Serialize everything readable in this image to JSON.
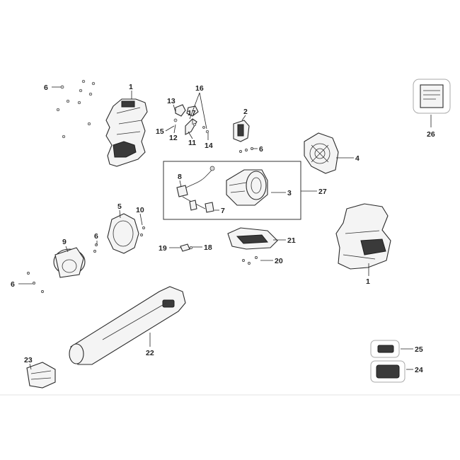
{
  "labels": {
    "c1a": "1",
    "c1b": "1",
    "c2": "2",
    "c3": "3",
    "c4": "4",
    "c5": "5",
    "c6a": "6",
    "c6b": "6",
    "c6c": "6",
    "c6d": "6",
    "c7": "7",
    "c8": "8",
    "c9": "9",
    "c10": "10",
    "c11": "11",
    "c12": "12",
    "c13": "13",
    "c14": "14",
    "c15": "15",
    "c16": "16",
    "c17": "17",
    "c18": "18",
    "c19": "19",
    "c20": "20",
    "c21": "21",
    "c22": "22",
    "c23": "23",
    "c24": "24",
    "c25": "25",
    "c26": "26",
    "c27": "27"
  },
  "colors": {
    "line": "#2a2a2a",
    "part_fill": "#f4f4f4",
    "dark_fill": "#3a3a3a"
  }
}
